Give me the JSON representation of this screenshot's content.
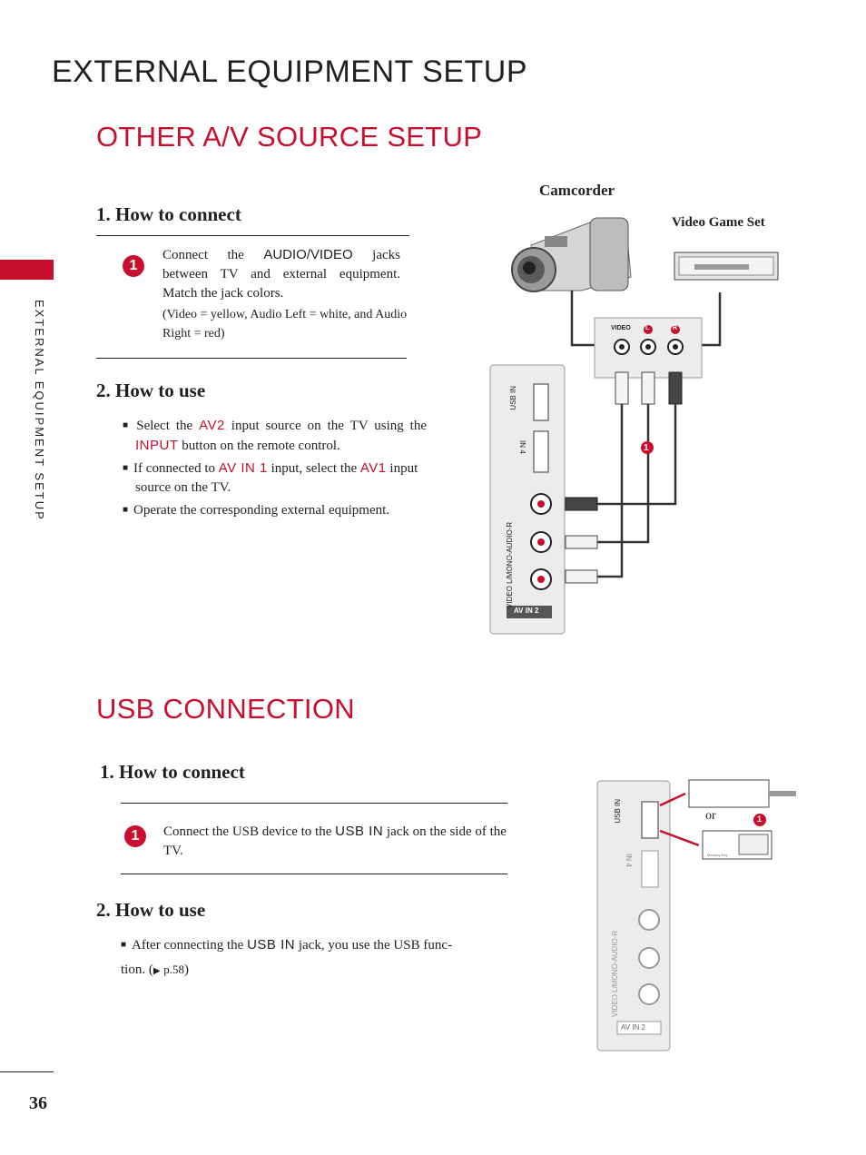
{
  "header": {
    "title": "EXTERNAL EQUIPMENT SETUP"
  },
  "sidebar": {
    "label": "EXTERNAL EQUIPMENT SETUP"
  },
  "av_section": {
    "title": "OTHER A/V SOURCE SETUP",
    "connect_heading": "1. How to connect",
    "step_number": "1",
    "connect_text_1": "Connect the",
    "connect_av_jack": "AUDIO/VIDEO",
    "connect_text_2": "jacks between TV and external equipment. Match the jack colors.",
    "connect_note": "(Video = yellow, Audio Left = white, and Audio Right = red)",
    "use_heading": "2. How to use",
    "bullets": [
      {
        "pre": "Select the",
        "key": "AV2",
        "post": "input source on the TV using the"
      },
      {
        "pre": "If connected to",
        "key": "AV IN 1",
        "post": "input, select the"
      },
      {
        "pre": "Operate the corresponding external equipment.",
        "key": "",
        "post": ""
      }
    ],
    "bullet1_key2": "INPUT",
    "bullet1_tail": "button on the remote control.",
    "bullet2_key2": "AV1",
    "bullet2_tail": "input source on the TV.",
    "diagram": {
      "camcorder_label": "Camcorder",
      "game_label": "Video Game Set",
      "jack_video": "VIDEO",
      "jack_l": "L",
      "jack_r": "R",
      "usb_in": "USB IN",
      "in4": "IN 4",
      "panel_video": "VIDEO",
      "panel_lmono": "L/MONO",
      "panel_audio": "-AUDIO-",
      "panel_r": "R",
      "av_in2": "AV IN 2",
      "marker": "1"
    }
  },
  "usb_section": {
    "title": "USB CONNECTION",
    "connect_heading": "1. How to connect",
    "step_number": "1",
    "connect_text_1": "Connect the USB device to the",
    "connect_key": "USB IN",
    "connect_text_2": "jack on the side of the TV.",
    "use_heading": "2. How to use",
    "use_text_1": "After connecting the",
    "use_key": "USB IN",
    "use_text_2": "jack, you use the USB func-",
    "use_text_3": "tion. (",
    "use_ref": "p.58",
    "use_close": ")",
    "diagram": {
      "usb_in": "USB IN",
      "in4": "IN 4",
      "panel_video": "VIDEO",
      "panel_lmono": "L/MONO",
      "panel_audio": "-AUDIO-",
      "panel_r": "R",
      "av_in2": "AV IN 2",
      "or_label": "or",
      "memory_key": "Memory Key",
      "marker": "1"
    }
  },
  "footer": {
    "page_number": "36"
  },
  "colors": {
    "accent": "#c8102e",
    "text": "#231f20",
    "panel": "#ececec"
  }
}
